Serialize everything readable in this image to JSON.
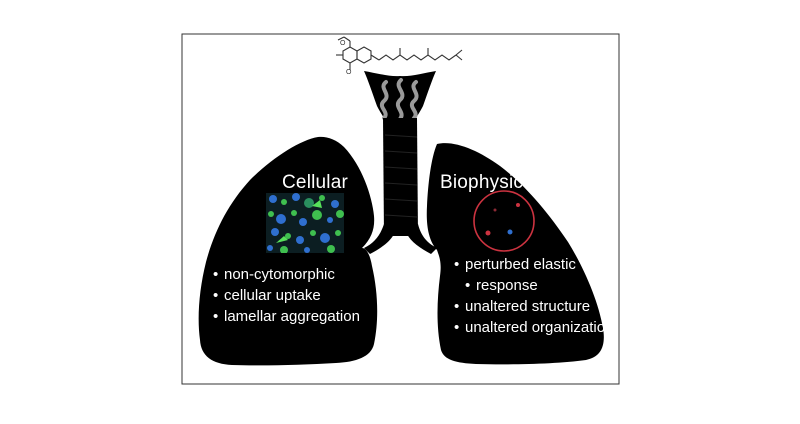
{
  "left_panel": {
    "heading": "Cellular",
    "bullets": [
      "non-cytomorphic",
      "cellular uptake",
      "lamellar aggregation"
    ]
  },
  "right_panel": {
    "heading": "Biophysical",
    "bullets": [
      {
        "line1": "perturbed elastic",
        "line2": "response"
      },
      {
        "line1": "unaltered structure"
      },
      {
        "line1": "unaltered organization"
      }
    ]
  },
  "icons": [
    "molecule-structure-icon",
    "smoke-icon",
    "fluorescence-micrograph",
    "vesicle-micrograph"
  ],
  "colors": {
    "lung_fill": "#000000",
    "text": "#ffffff",
    "frame": "#333333",
    "vesicle_ring": "#cc3340",
    "cell_stain_green": "#3fbf4f",
    "cell_stain_blue": "#2f6fcf"
  }
}
